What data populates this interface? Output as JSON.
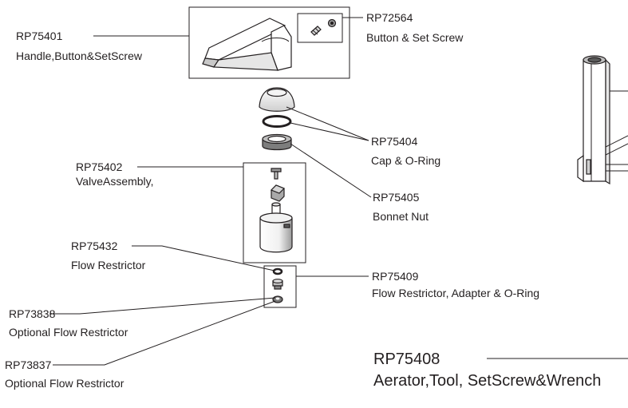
{
  "parts": [
    {
      "id": "p1",
      "code": "RP75401",
      "desc": "Handle,Button&SetScrew"
    },
    {
      "id": "p2",
      "code": "RP72564",
      "desc": "Button & Set Screw"
    },
    {
      "id": "p3",
      "code": "RP75404",
      "desc": "Cap & O-Ring"
    },
    {
      "id": "p4",
      "code": "RP75402",
      "desc": "ValveAssembly,"
    },
    {
      "id": "p5",
      "code": "RP75405",
      "desc": "Bonnet Nut"
    },
    {
      "id": "p6",
      "code": "RP75432",
      "desc": "Flow Restrictor"
    },
    {
      "id": "p7",
      "code": "RP75409",
      "desc": "Flow Restrictor, Adapter & O-Ring"
    },
    {
      "id": "p8",
      "code": "RP73838",
      "desc": "Optional Flow Restrictor"
    },
    {
      "id": "p9",
      "code": "RP73837",
      "desc": "Optional Flow Restrictor"
    },
    {
      "id": "p10",
      "code": "RP75408",
      "desc": "Aerator,Tool, SetScrew&Wrench"
    }
  ],
  "colors": {
    "ink": "#231f20",
    "part_fill": "#ffffff",
    "part_shade": "#e6e6e6",
    "part_dark": "#9a9a9a"
  }
}
